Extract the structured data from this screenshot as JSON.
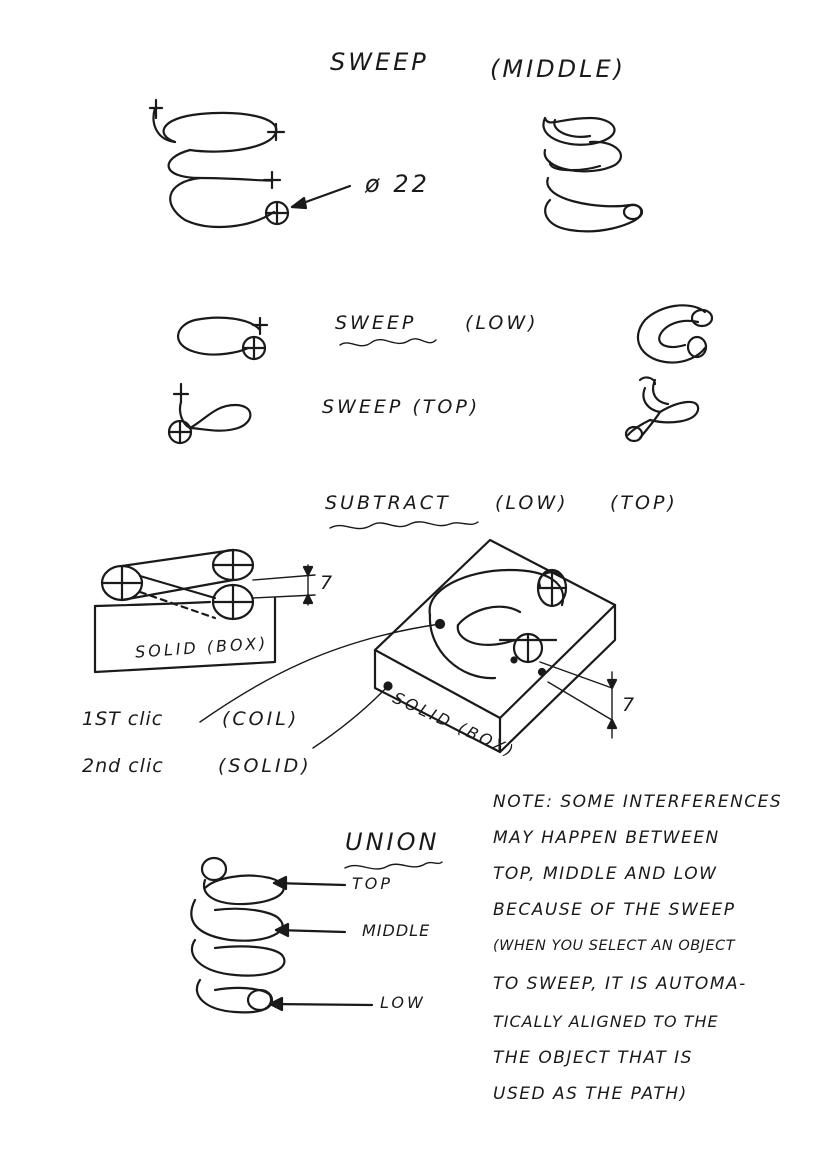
{
  "labels": {
    "sweep": "SWEEP",
    "middle": "(MIDDLE)",
    "diameter": "ø 22",
    "sweep_low_word": "SWEEP",
    "sweep_low_paren": "(LOW)",
    "sweep_top": "SWEEP (TOP)",
    "subtract": "SUBTRACT",
    "subtract_low": "(LOW)",
    "subtract_top": "(TOP)",
    "dim_left": "7",
    "solid_box_left": "SOLID (BOX)",
    "solid_box_right": "SOLID (BOX)",
    "dim_right": "7",
    "first_click": "1ST clic",
    "first_click_target": "(COIL)",
    "second_click": "2nd clic",
    "second_click_target": "(SOLID)",
    "union": "UNION",
    "union_top": "TOP",
    "union_middle": "MIDDLE",
    "union_low": "LOW"
  },
  "note": {
    "lines": [
      "NOTE: SOME INTERFERENCES",
      "MAY HAPPEN BETWEEN",
      "TOP, MIDDLE AND LOW",
      "BECAUSE OF THE SWEEP",
      "(WHEN YOU SELECT AN OBJECT",
      "TO SWEEP, IT IS AUTOMA-",
      "TICALLY ALIGNED TO THE",
      "THE OBJECT THAT IS",
      "USED AS THE PATH)"
    ]
  },
  "colors": {
    "ink": "#1a1a1a",
    "paper": "#ffffff"
  }
}
